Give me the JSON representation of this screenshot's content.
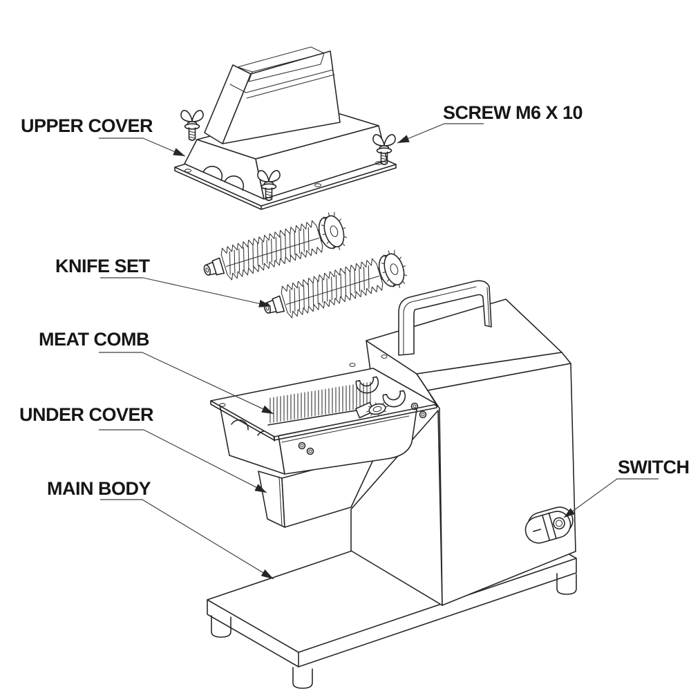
{
  "diagram": {
    "kind": "exploded-parts-line-drawing",
    "labels": {
      "upper_cover": {
        "text": "UPPER COVER"
      },
      "screw": {
        "text": "SCREW M6 X 10"
      },
      "knife_set": {
        "text": "KNIFE SET"
      },
      "meat_comb": {
        "text": "MEAT COMB"
      },
      "under_cover": {
        "text": "UNDER COVER"
      },
      "main_body": {
        "text": "MAIN BODY"
      },
      "switch": {
        "text": "SWITCH"
      }
    },
    "colors": {
      "background": "#ffffff",
      "line": "#262626",
      "leader_line": "#3c3c3c",
      "label_text": "#161616"
    }
  }
}
